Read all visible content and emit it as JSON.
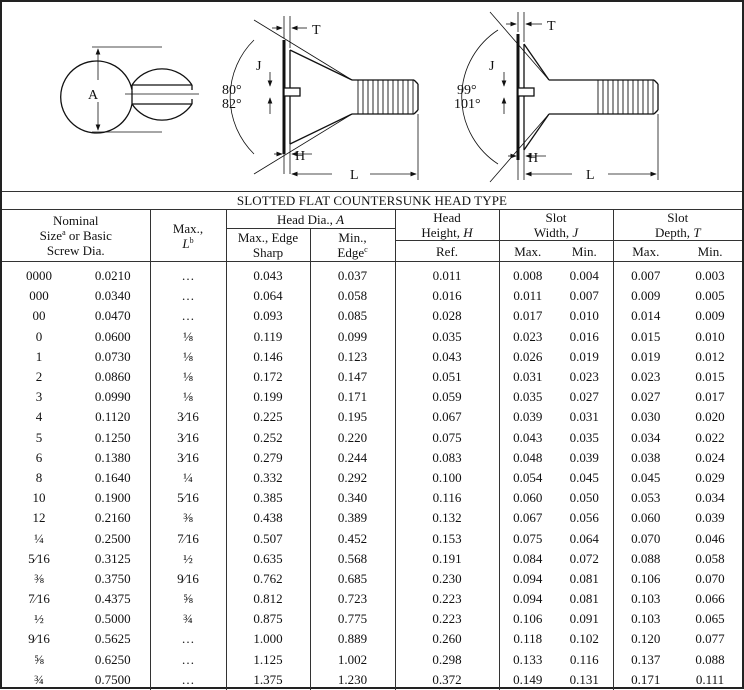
{
  "figure": {
    "labels": {
      "A": "A",
      "T_left": "T",
      "J_left": "J",
      "H_left": "H",
      "L_left": "L",
      "angle_left_1": "80°",
      "angle_left_2": "82°",
      "T_right": "T",
      "J_right": "J",
      "H_right": "H",
      "L_right": "L",
      "angle_right_1": "99°",
      "angle_right_2": "101°"
    }
  },
  "title": "SLOTTED FLAT COUNTERSUNK HEAD TYPE",
  "headers": {
    "nominal_1": "Nominal",
    "nominal_2a": "Size",
    "nominal_2sup": "a",
    "nominal_2b": " or Basic",
    "nominal_3": "Screw Dia.",
    "max_l_1": "Max.,",
    "max_l_2": "L",
    "max_l_sup": "b",
    "head_dia": "Head Dia., ",
    "head_dia_var": "A",
    "max_edge_1": "Max., Edge",
    "max_edge_2": "Sharp",
    "min_edge_1": "Min.,",
    "min_edge_2": "Edge",
    "min_edge_sup": "c",
    "head_height_1": "Head",
    "head_height_2": "Height, ",
    "head_height_var": "H",
    "ref": "Ref.",
    "slot_width_1": "Slot",
    "slot_width_2": "Width, ",
    "slot_width_var": "J",
    "slot_depth_1": "Slot",
    "slot_depth_2": "Depth, ",
    "slot_depth_var": "T",
    "max": "Max.",
    "min": "Min.",
    "max2": "Max.",
    "min2": "Min."
  },
  "rows": [
    [
      "0000",
      "0.0210",
      "…",
      "0.043",
      "0.037",
      "0.011",
      "0.008",
      "0.004",
      "0.007",
      "0.003"
    ],
    [
      "000",
      "0.0340",
      "…",
      "0.064",
      "0.058",
      "0.016",
      "0.011",
      "0.007",
      "0.009",
      "0.005"
    ],
    [
      "00",
      "0.0470",
      "…",
      "0.093",
      "0.085",
      "0.028",
      "0.017",
      "0.010",
      "0.014",
      "0.009"
    ],
    [
      "0",
      "0.0600",
      "⅛",
      "0.119",
      "0.099",
      "0.035",
      "0.023",
      "0.016",
      "0.015",
      "0.010"
    ],
    [
      "1",
      "0.0730",
      "⅛",
      "0.146",
      "0.123",
      "0.043",
      "0.026",
      "0.019",
      "0.019",
      "0.012"
    ],
    [
      "2",
      "0.0860",
      "⅛",
      "0.172",
      "0.147",
      "0.051",
      "0.031",
      "0.023",
      "0.023",
      "0.015"
    ],
    [
      "3",
      "0.0990",
      "⅛",
      "0.199",
      "0.171",
      "0.059",
      "0.035",
      "0.027",
      "0.027",
      "0.017"
    ],
    [
      "4",
      "0.1120",
      "3⁄16",
      "0.225",
      "0.195",
      "0.067",
      "0.039",
      "0.031",
      "0.030",
      "0.020"
    ],
    [
      "5",
      "0.1250",
      "3⁄16",
      "0.252",
      "0.220",
      "0.075",
      "0.043",
      "0.035",
      "0.034",
      "0.022"
    ],
    [
      "6",
      "0.1380",
      "3⁄16",
      "0.279",
      "0.244",
      "0.083",
      "0.048",
      "0.039",
      "0.038",
      "0.024"
    ],
    [
      "8",
      "0.1640",
      "¼",
      "0.332",
      "0.292",
      "0.100",
      "0.054",
      "0.045",
      "0.045",
      "0.029"
    ],
    [
      "10",
      "0.1900",
      "5⁄16",
      "0.385",
      "0.340",
      "0.116",
      "0.060",
      "0.050",
      "0.053",
      "0.034"
    ],
    [
      "12",
      "0.2160",
      "⅜",
      "0.438",
      "0.389",
      "0.132",
      "0.067",
      "0.056",
      "0.060",
      "0.039"
    ],
    [
      "¼",
      "0.2500",
      "7⁄16",
      "0.507",
      "0.452",
      "0.153",
      "0.075",
      "0.064",
      "0.070",
      "0.046"
    ],
    [
      "5⁄16",
      "0.3125",
      "½",
      "0.635",
      "0.568",
      "0.191",
      "0.084",
      "0.072",
      "0.088",
      "0.058"
    ],
    [
      "⅜",
      "0.3750",
      "9⁄16",
      "0.762",
      "0.685",
      "0.230",
      "0.094",
      "0.081",
      "0.106",
      "0.070"
    ],
    [
      "7⁄16",
      "0.4375",
      "⅝",
      "0.812",
      "0.723",
      "0.223",
      "0.094",
      "0.081",
      "0.103",
      "0.066"
    ],
    [
      "½",
      "0.5000",
      "¾",
      "0.875",
      "0.775",
      "0.223",
      "0.106",
      "0.091",
      "0.103",
      "0.065"
    ],
    [
      "9⁄16",
      "0.5625",
      "…",
      "1.000",
      "0.889",
      "0.260",
      "0.118",
      "0.102",
      "0.120",
      "0.077"
    ],
    [
      "⅝",
      "0.6250",
      "…",
      "1.125",
      "1.002",
      "0.298",
      "0.133",
      "0.116",
      "0.137",
      "0.088"
    ],
    [
      "¾",
      "0.7500",
      "…",
      "1.375",
      "1.230",
      "0.372",
      "0.149",
      "0.131",
      "0.171",
      "0.111"
    ]
  ]
}
